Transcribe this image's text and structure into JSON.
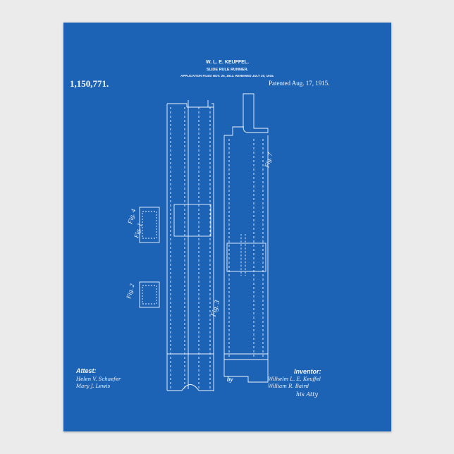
{
  "patent": {
    "inventor_name": "W. L. E. KEUFFEL.",
    "title": "SLIDE RULE RUNNER.",
    "application_line": "APPLICATION FILED NOV. 25, 1913. RENEWED JULY 20, 1915.",
    "number": "1,150,771.",
    "patented": "Patented Aug. 17, 1915.",
    "figures": [
      "Fig. 1",
      "Fig. 2",
      "Fig. 3",
      "Fig. 4",
      "Fig. 7"
    ],
    "attest_label": "Attest:",
    "attest_signatures": [
      "Helen V. Schaefer",
      "Mary J. Lewis"
    ],
    "inventor_label": "Inventor:",
    "inventor_signature": "Wilhelm L. E. Keuffel",
    "by_label": "by",
    "attorney_signature": "William R. Baird",
    "attorney_label": "his Atty"
  },
  "colors": {
    "blueprint": "#1c63b6",
    "line": "#f2f6ff",
    "wall": "#ebebeb"
  }
}
